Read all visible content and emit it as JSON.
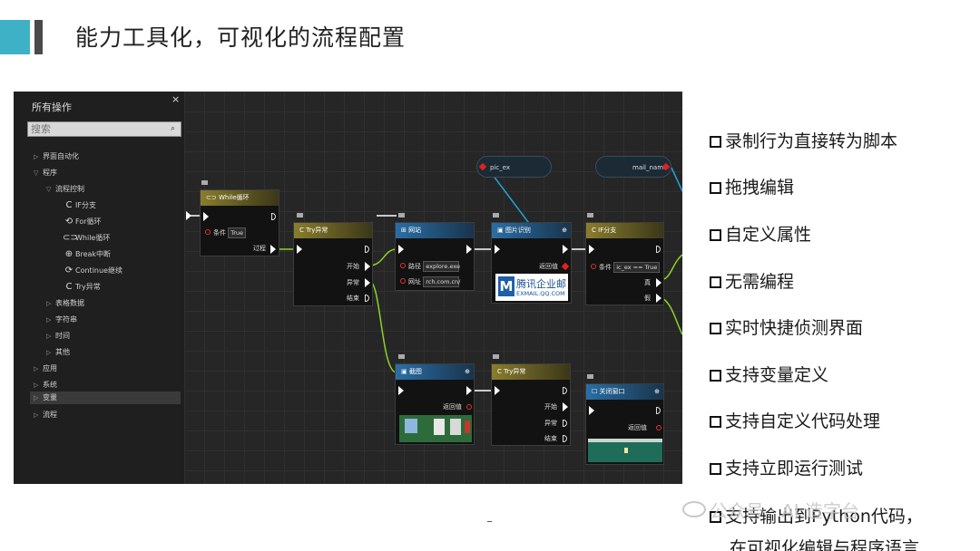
{
  "slide": {
    "title": "能力工具化，可视化的流程配置"
  },
  "panel": {
    "title": "所有操作",
    "close": "×",
    "search_placeholder": "搜索",
    "items": [
      {
        "label": "界面自动化",
        "level": 0,
        "expand": "▷"
      },
      {
        "label": "程序",
        "level": 0,
        "expand": "▽"
      },
      {
        "label": "流程控制",
        "level": 1,
        "expand": "▽"
      },
      {
        "label": "IF分支",
        "level": 2,
        "icon": "C"
      },
      {
        "label": "For循环",
        "level": 2,
        "icon": "⟲"
      },
      {
        "label": "While循环",
        "level": 2,
        "icon": "⊂⊃"
      },
      {
        "label": "Break中断",
        "level": 2,
        "icon": "⊕"
      },
      {
        "label": "Continue继续",
        "level": 2,
        "icon": "⟳"
      },
      {
        "label": "Try异常",
        "level": 2,
        "icon": "C"
      },
      {
        "label": "表格数据",
        "level": 1,
        "expand": "▷"
      },
      {
        "label": "字符串",
        "level": 1,
        "expand": "▷"
      },
      {
        "label": "时间",
        "level": 1,
        "expand": "▷"
      },
      {
        "label": "其他",
        "level": 1,
        "expand": "▷"
      },
      {
        "label": "应用",
        "level": 0,
        "expand": "▷"
      },
      {
        "label": "系统",
        "level": 0,
        "expand": "▷"
      },
      {
        "label": "变量",
        "level": 0,
        "expand": "▷",
        "selected": true
      },
      {
        "label": "流程",
        "level": 0,
        "expand": "▷"
      }
    ]
  },
  "nodes": {
    "while": {
      "title": "While循环",
      "cond_label": "条件",
      "cond_value": "True",
      "out_label": "过程"
    },
    "try1": {
      "title": "Try异常",
      "start": "开始",
      "error": "异常",
      "end": "结束"
    },
    "open": {
      "title": "网站",
      "path_label": "路径",
      "path_value": "explore.exe",
      "url_label": "网址",
      "url_value": "rch.com.cn/"
    },
    "picmatch": {
      "title": "图片识别",
      "ret_label": "返回值",
      "thumb_text": "腾讯企业邮",
      "thumb_sub": "EXMAIL.QQ.COM"
    },
    "if": {
      "title": "IF分支",
      "cond_label": "条件",
      "cond_value": "ic_ex == True",
      "true_label": "真",
      "false_label": "假"
    },
    "screenshot": {
      "title": "截图",
      "ret_label": "返回值"
    },
    "try2": {
      "title": "Try异常",
      "start": "开始",
      "error": "异常",
      "end": "结束"
    },
    "close": {
      "title": "关闭窗口",
      "ret_label": "返回值"
    },
    "var_pic": {
      "label": "pic_ex"
    },
    "var_mail": {
      "label": "mail_name"
    }
  },
  "bullets": [
    "录制行为直接转为脚本",
    "拖拽编辑",
    "自定义属性",
    "无需编程",
    "实时快捷侦测界面",
    "支持变量定义",
    "支持自定义代码处理",
    "支持立即运行测试",
    "支持输出到Python代码，",
    "在可视化编辑与程序语言"
  ],
  "watermark": "公众号 · AI 造字台",
  "colors": {
    "accent": "#3fb1c6",
    "wire_green": "#8bd32a",
    "wire_blue": "#1fa3d6"
  }
}
